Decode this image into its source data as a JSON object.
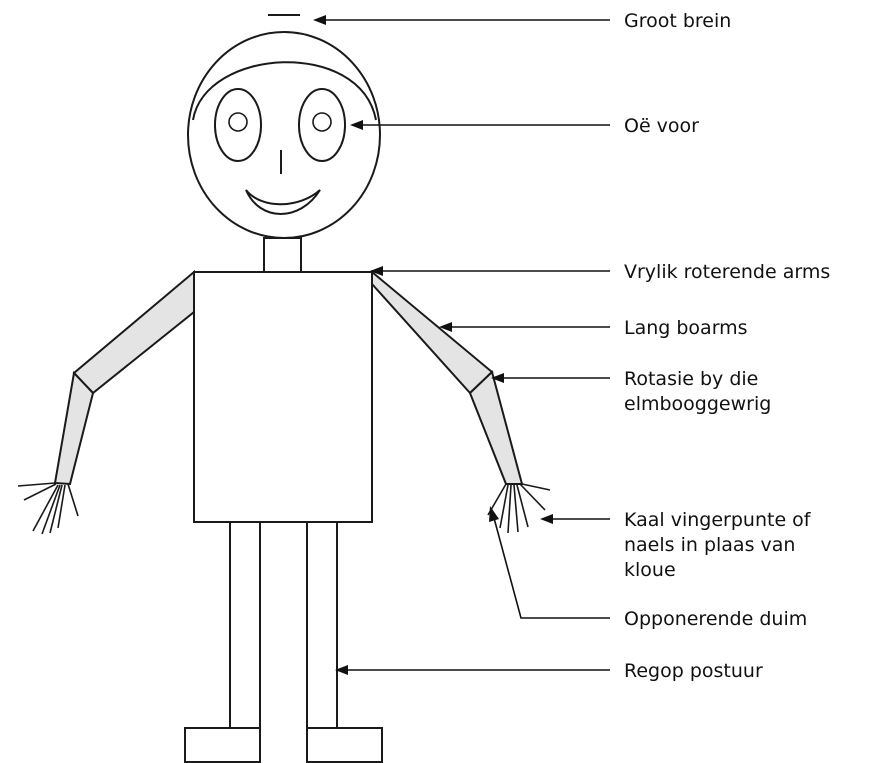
{
  "colors": {
    "line": "#1a1a1a",
    "arm_fill": "#e4e4e4",
    "background": "#ffffff"
  },
  "labels": {
    "groot_brein": "Groot brein",
    "oe_voor": "Oë voor",
    "vrylik_roterende_arms": "Vrylik roterende arms",
    "lang_boarms": "Lang boarms",
    "rotasie_line1": "Rotasie by die",
    "rotasie_line2": "elmbooggewrig",
    "kaal_line1": "Kaal vingerpunte of",
    "kaal_line2": "naels in plaas van",
    "kaal_line3": "kloue",
    "opponerende_duim": "Opponerende duim",
    "regop_postuur": "Regop postuur"
  }
}
